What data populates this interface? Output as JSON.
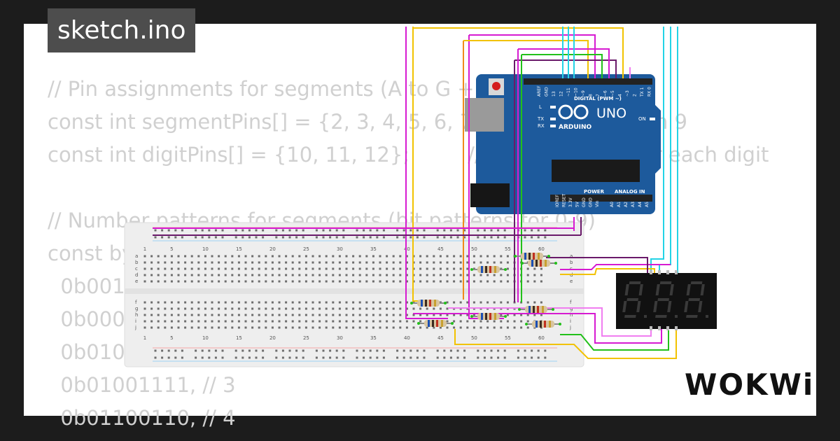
{
  "title": "sketch.ino",
  "brand": "WOKWi",
  "code_lines": [
    "// Pin assignments for segments (A to G + DP)",
    "const int segmentPins[] = {2, 3, 4, 5, 6, 7, 8, 9}; // DP on pin 9",
    "const int digitPins[] = {10, 11, 12};         // Common pins for each digit",
    "",
    "// Number patterns for segments (bit patterns for 0-9)",
    "const byte numbers[10] = {",
    "  0b00111111, // 0",
    "  0b00000110, // 1",
    "  0b01011011, // 2",
    "  0b01001111, // 3",
    "  0b01100110, // 4"
  ],
  "arduino": {
    "model": "UNO",
    "brand": "ARDUINO",
    "digital_label": "DIGITAL (PWM ~)",
    "power_label": "POWER",
    "analog_label": "ANALOG IN",
    "on_label": "ON",
    "led_l": "L",
    "led_tx": "TX",
    "led_rx": "RX",
    "digital_pins": [
      "AREF",
      "GND",
      "13",
      "12",
      "~11",
      "~10",
      "~9",
      "8",
      "7",
      "~6",
      "~5",
      "4",
      "~3",
      "2",
      "TX 1",
      "RX 0"
    ],
    "power_pins": [
      "IOREF",
      "RESET",
      "3.3V",
      "5V",
      "GND",
      "GND",
      "Vin"
    ],
    "analog_pins": [
      "A0",
      "A1",
      "A2",
      "A3",
      "A4",
      "A5"
    ]
  },
  "breadboard": {
    "column_numbers": [
      "1",
      "5",
      "10",
      "15",
      "20",
      "25",
      "30",
      "35",
      "40",
      "45",
      "50",
      "55",
      "60"
    ],
    "rows_top": [
      "a",
      "b",
      "c",
      "d",
      "e"
    ],
    "rows_bottom": [
      "f",
      "g",
      "h",
      "i",
      "j"
    ]
  },
  "display": {
    "digits": "8.8.8."
  },
  "colors": {
    "card": "#ffffff",
    "page": "#1c1c1c",
    "code_text": "#d0d0d0",
    "title_badge": "#4d4d4d",
    "arduino_board": "#1d5a9c",
    "wire_yellow": "#f2c200",
    "wire_magenta": "#d61bd1",
    "wire_cyan": "#22d3e6",
    "wire_green": "#22c01a",
    "wire_orange": "#f08a1a",
    "wire_purple": "#6a1a6a",
    "wire_pink": "#f07ef0",
    "display_body": "#111111",
    "segment_off": "#3a3a3a"
  }
}
